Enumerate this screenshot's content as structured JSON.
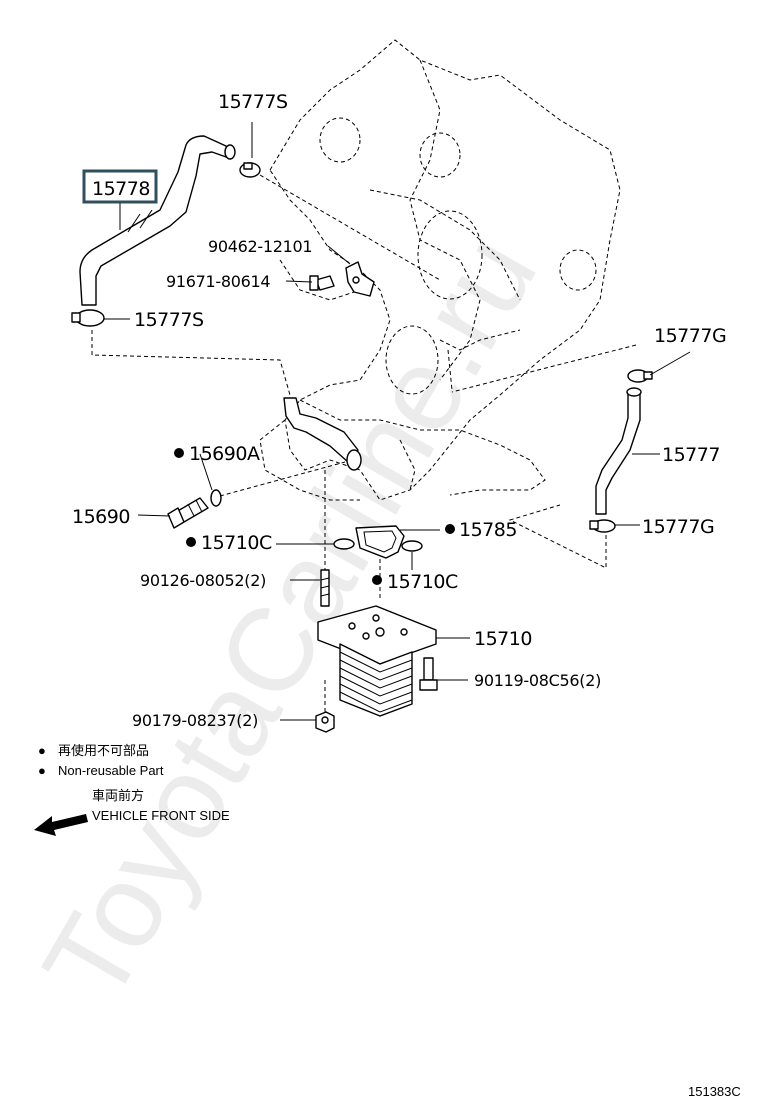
{
  "watermark": "ToyotaCarline.ru",
  "highlighted_part": "15778",
  "parts": [
    {
      "id": "p-15777s-top",
      "label": "15777S",
      "non_reusable": false
    },
    {
      "id": "p-15778",
      "label": "15778",
      "non_reusable": false
    },
    {
      "id": "p-90462",
      "label": "90462-12101",
      "non_reusable": false
    },
    {
      "id": "p-91671",
      "label": "91671-80614",
      "non_reusable": false
    },
    {
      "id": "p-15777s-bottom",
      "label": "15777S",
      "non_reusable": false
    },
    {
      "id": "p-15777g-top",
      "label": "15777G",
      "non_reusable": false
    },
    {
      "id": "p-15777",
      "label": "15777",
      "non_reusable": false
    },
    {
      "id": "p-15777g-bottom",
      "label": "15777G",
      "non_reusable": false
    },
    {
      "id": "p-15690a",
      "label": "15690A",
      "non_reusable": true
    },
    {
      "id": "p-15690",
      "label": "15690",
      "non_reusable": false
    },
    {
      "id": "p-15785",
      "label": "15785",
      "non_reusable": true
    },
    {
      "id": "p-15710c-left",
      "label": "15710C",
      "non_reusable": true
    },
    {
      "id": "p-90126",
      "label": "90126-08052(2)",
      "non_reusable": false
    },
    {
      "id": "p-15710c-right",
      "label": "15710C",
      "non_reusable": true
    },
    {
      "id": "p-15710",
      "label": "15710",
      "non_reusable": false
    },
    {
      "id": "p-90119",
      "label": "90119-08C56(2)",
      "non_reusable": false
    },
    {
      "id": "p-90179",
      "label": "90179-08237(2)",
      "non_reusable": false
    }
  ],
  "legend": {
    "line1_jp": "再使用不可部品",
    "line2_en": "Non-reusable Part",
    "direction_jp": "車両前方",
    "direction_en": "VEHICLE FRONT SIDE",
    "bullet_symbol": "●"
  },
  "figure_code": "151383C"
}
